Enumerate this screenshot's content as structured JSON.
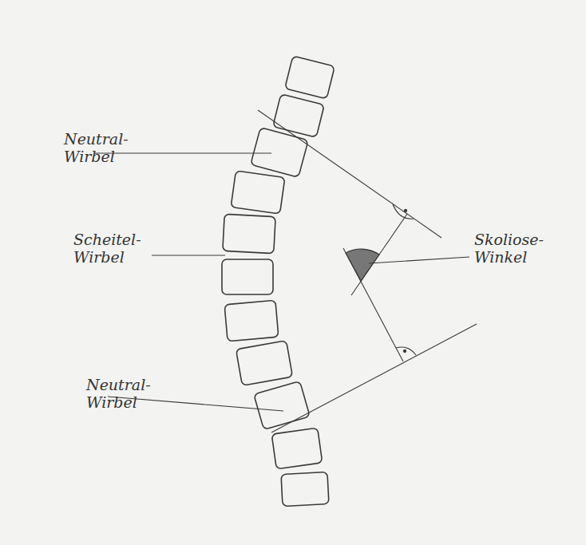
{
  "diagram": {
    "labels": [
      "Neutral- Wirbel",
      "Scheitel- Wirbel",
      "Neutral- Wirbel",
      "Skoliose- Winkel"
    ]
  }
}
